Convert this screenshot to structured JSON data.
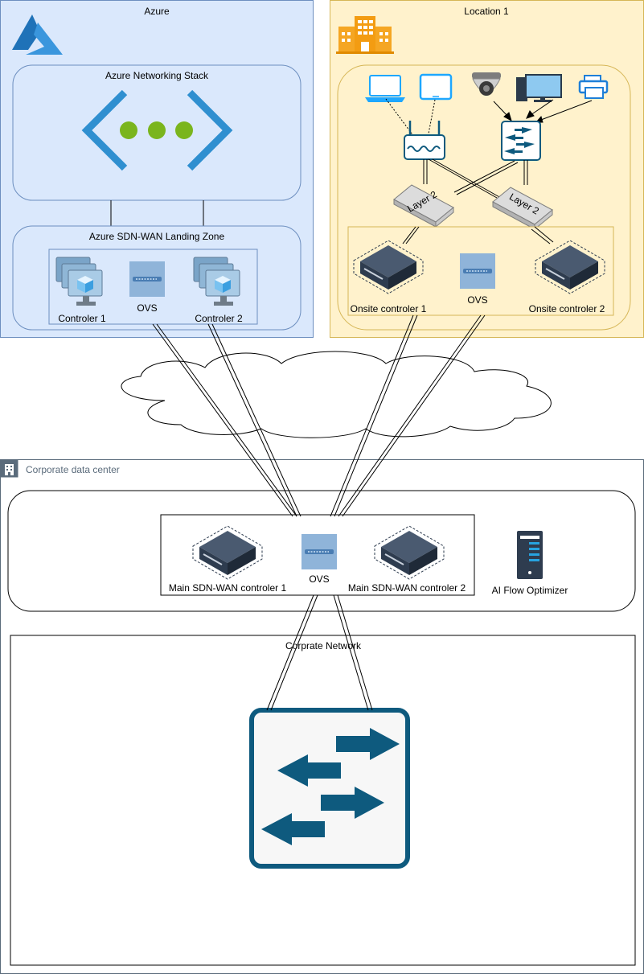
{
  "azure": {
    "title": "Azure",
    "networking_stack": "Azure Networking Stack",
    "landing_zone": "Azure SDN-WAN Landing Zone",
    "controller_1": "Controler 1",
    "controller_2": "Controler 2",
    "ovs": "OVS"
  },
  "location": {
    "title": "Location 1",
    "layer2_label": "Layer 2",
    "onsite_controller_1": "Onsite controler 1",
    "onsite_controller_2": "Onsite controler 2",
    "ovs": "OVS"
  },
  "datacenter": {
    "title": "Corporate data center",
    "main_controller_1": "Main SDN-WAN controler 1",
    "main_controller_2": "Main SDN-WAN controler 2",
    "ovs": "OVS",
    "ai_optimizer": "AI Flow Optimizer",
    "network": "Corprate Network"
  },
  "colors": {
    "azure_fill": "#dae8fc",
    "azure_stroke": "#6c8ebf",
    "location_fill": "#fff2cc",
    "location_stroke": "#d6b656",
    "azure_blue": "#2f8fd0",
    "green_dot": "#7ab51d",
    "server_dark": "#2e3c4f",
    "switch_blue": "#0e5a7e"
  }
}
